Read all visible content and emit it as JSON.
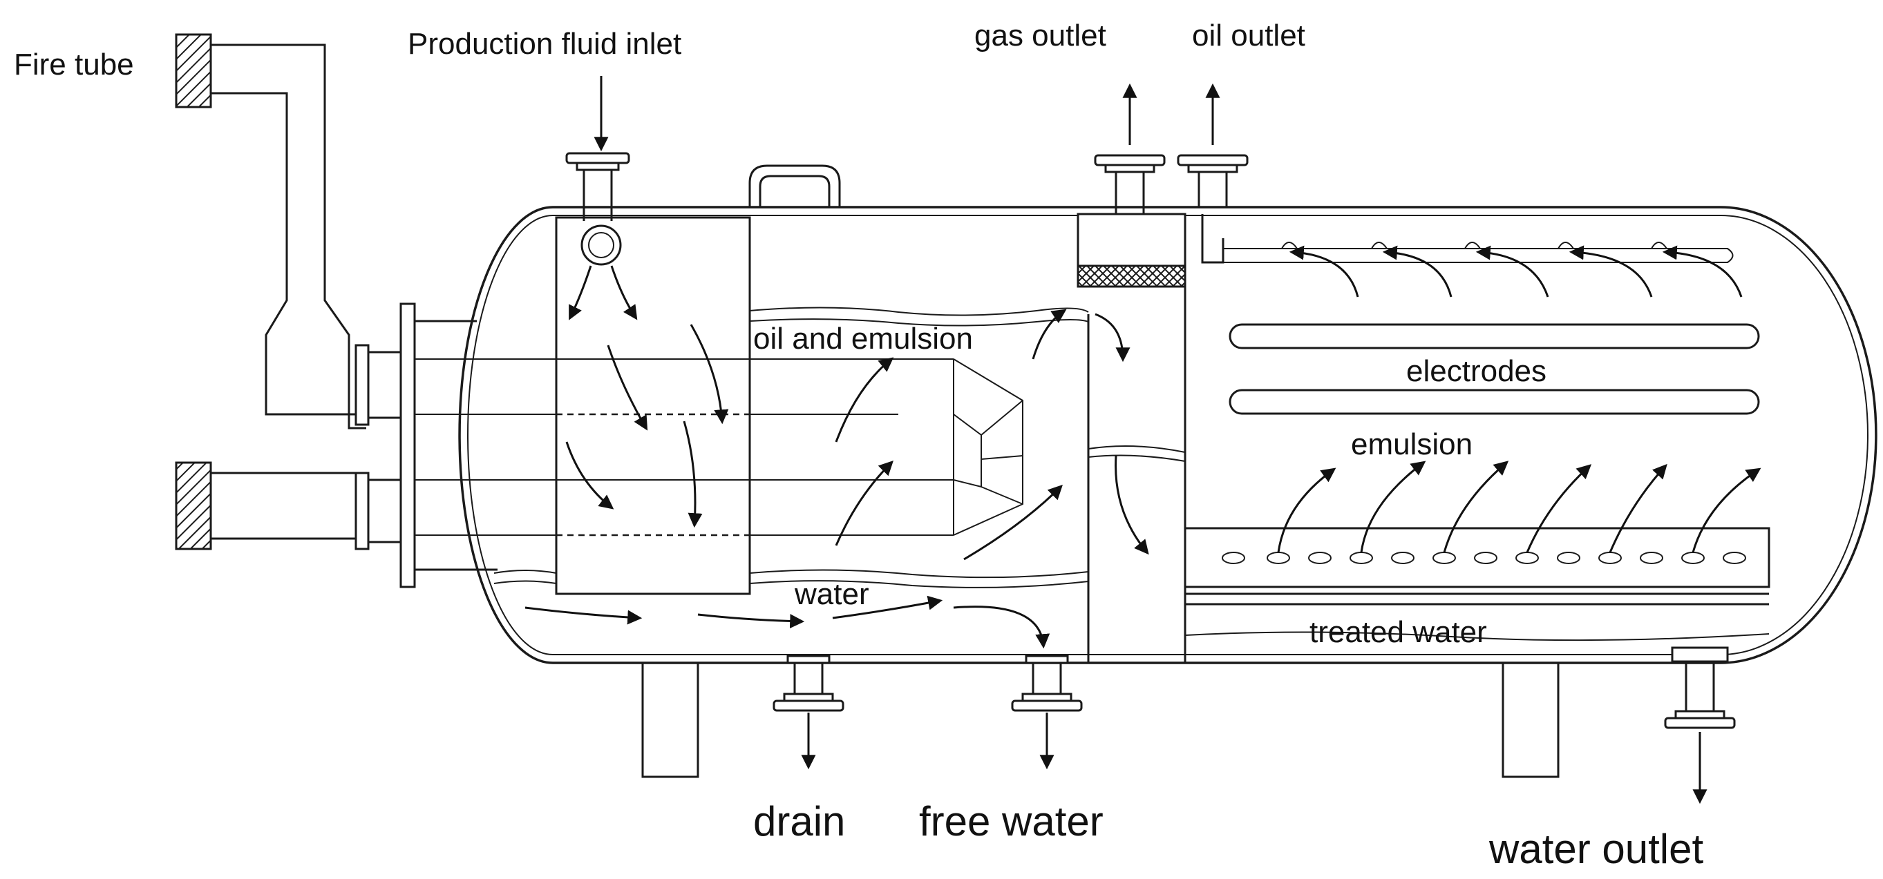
{
  "labels": {
    "fire_tube": "Fire tube",
    "production_fluid_inlet": "Production fluid inlet",
    "gas_outlet": "gas outlet",
    "oil_outlet": "oil outlet",
    "oil_and_emulsion": "oil and emulsion",
    "electrodes": "electrodes",
    "emulsion": "emulsion",
    "water": "water",
    "treated_water": "treated water",
    "drain": "drain",
    "free_water": "free water",
    "water_outlet": "water outlet"
  },
  "colors": {
    "line": "#1a1a1a",
    "background": "#ffffff"
  }
}
